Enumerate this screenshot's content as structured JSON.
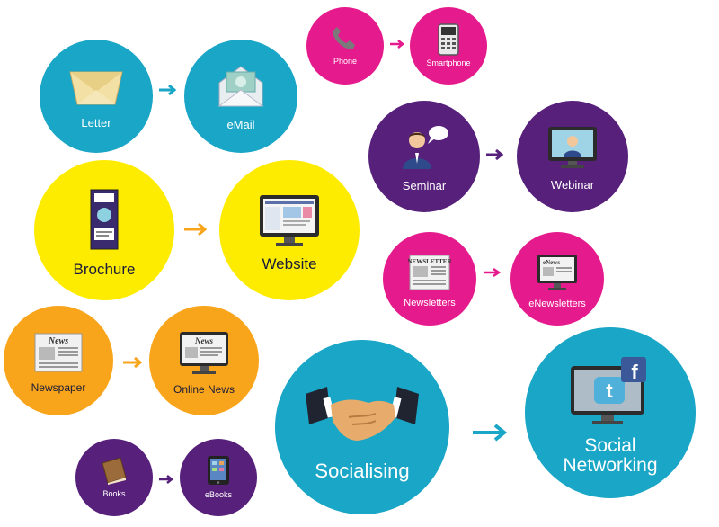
{
  "colors": {
    "teal": "#1aa6c6",
    "magenta": "#e51b8d",
    "purple": "#57207b",
    "yellow": "#fdec00",
    "orange": "#f8a51b"
  },
  "nodes": {
    "letter": {
      "label": "Letter",
      "icon": "envelope-icon"
    },
    "email": {
      "label": "eMail",
      "icon": "open-envelope-icon"
    },
    "phone": {
      "label": "Phone",
      "icon": "phone-icon"
    },
    "smartphone": {
      "label": "Smartphone",
      "icon": "smartphone-icon"
    },
    "seminar": {
      "label": "Seminar",
      "icon": "speaker-person-icon"
    },
    "webinar": {
      "label": "Webinar",
      "icon": "monitor-presenter-icon"
    },
    "brochure": {
      "label": "Brochure",
      "icon": "brochure-icon"
    },
    "website": {
      "label": "Website",
      "icon": "monitor-website-icon"
    },
    "newsletters": {
      "label": "Newsletters",
      "icon": "newsletter-icon"
    },
    "enewsletters": {
      "label": "eNewsletters",
      "icon": "monitor-enews-icon"
    },
    "newspaper": {
      "label": "Newspaper",
      "icon": "newspaper-icon"
    },
    "online_news": {
      "label": "Online News",
      "icon": "monitor-news-icon"
    },
    "books": {
      "label": "Books",
      "icon": "book-icon"
    },
    "ebooks": {
      "label": "eBooks",
      "icon": "tablet-icon"
    },
    "socialising": {
      "label": "Socialising",
      "icon": "handshake-icon"
    },
    "social_networking": {
      "label_line1": "Social",
      "label_line2": "Networking",
      "icon": "monitor-social-icon"
    }
  },
  "icon_text": {
    "newsletter": "NEWSLETTER",
    "news": "News",
    "enews": "eNews"
  }
}
